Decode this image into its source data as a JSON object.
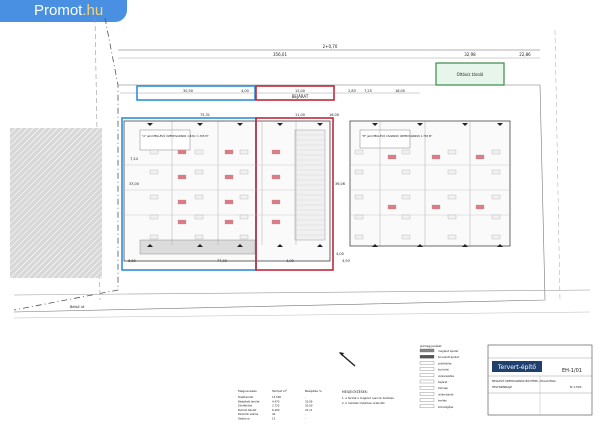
{
  "watermark": {
    "brand": "Promot",
    "tld": ".hu"
  },
  "colors": {
    "highlight_blue": "#2f8fd8",
    "highlight_red": "#c0283a",
    "badge_bg": "#4a90e2",
    "hatch_red": "#e07a85"
  },
  "plan": {
    "dims_top": [
      "2+0,70",
      "356,01",
      "32,98",
      "22,86"
    ],
    "dims_mid": [
      "30,50",
      "4,00",
      "12,00",
      "2,83",
      "7,25",
      "18,00"
    ],
    "dims_hall": [
      "75,31",
      "11,00",
      "16,00",
      "7,24",
      "33,00",
      "4,00",
      "36,06"
    ],
    "dims_bottom": [
      "77,40",
      "4,00",
      "6,60",
      "4,93"
    ],
    "left_hall_title": "\"A\" jelű MEGLÉVŐ ÜZEMCSARNOK 1.829 / 1.765 M²",
    "right_hall_title": "\"B\" jelű MEGLÉVŐ CSARNOK ÜZEMCSARNOK 1.765 M²",
    "road_label": "Belső út",
    "gate_label": "BEJÁRAT",
    "pool_label": "Oltóvíz tároló"
  },
  "legend": {
    "heading": "Jelmagyarázat",
    "items": [
      "meglévő épület",
      "tervezett épület",
      "zöldfelület",
      "burkolat",
      "vízelvezetés",
      "bejárat",
      "tűzcsap",
      "villámhárító",
      "kerítés",
      "közvilágítás"
    ]
  },
  "area_table": {
    "headers": [
      "Megnevezés",
      "Terület m²",
      "Beépítés %"
    ],
    "rows": [
      [
        "Telekterület",
        "13.590",
        "-"
      ],
      [
        "Beépített terület",
        "4.470",
        "32,89"
      ],
      [
        "Zöldfelület",
        "2.720",
        "20,00"
      ],
      [
        "Burkolt felület",
        "6.400",
        "47,11"
      ],
      [
        "Parkolók száma",
        "40",
        "-"
      ],
      [
        "Gépkocsi",
        "12",
        "-"
      ]
    ]
  },
  "notes": {
    "heading": "MEGJEGYZÉSEK:",
    "lines": [
      "1. A terület a meglévő csarnok bővítése",
      "2. A méretek méterben értendők"
    ]
  },
  "title_block": {
    "company": "Tervert-építő",
    "sheet": "EH-1/01",
    "project": "MEGLÉVŐ ÜZEMCSARNOK BŐVÍTÉSE, ÁTALAKÍTÁSA",
    "drawing": "HELYSZÍNRAJZ",
    "scale": "M 1:500"
  }
}
